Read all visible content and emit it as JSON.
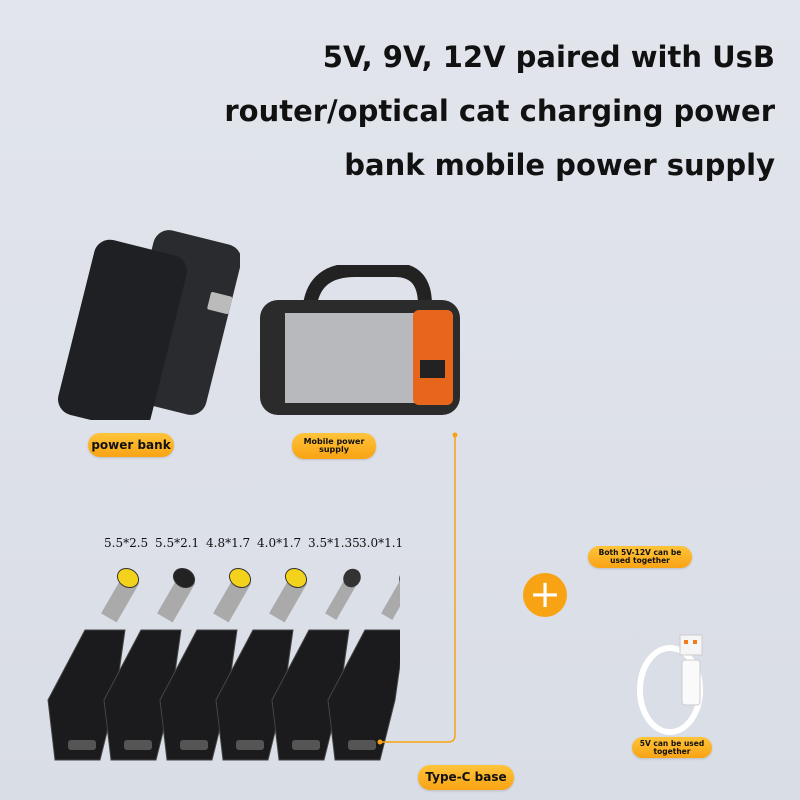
{
  "title": {
    "line1": "5V, 9V, 12V paired with UsB",
    "line2": "router/optical cat charging power",
    "line3": "bank mobile power supply"
  },
  "labels": {
    "power_bank": "power bank",
    "mobile_power_supply": "Mobile power supply",
    "both_voltage": "Both 5V-12V can be used together",
    "cable_5v": "5V can be used together",
    "type_c_base": "Type-C base"
  },
  "tip_sizes": [
    "5.5*2.5",
    "5.5*2.1",
    "4.8*1.7",
    "4.0*1.7",
    "3.5*1.35",
    "3.0*1.1"
  ],
  "colors": {
    "accent": "#f8a314",
    "background": "#dde1ea",
    "plug_yellow": "#f2d21a"
  }
}
